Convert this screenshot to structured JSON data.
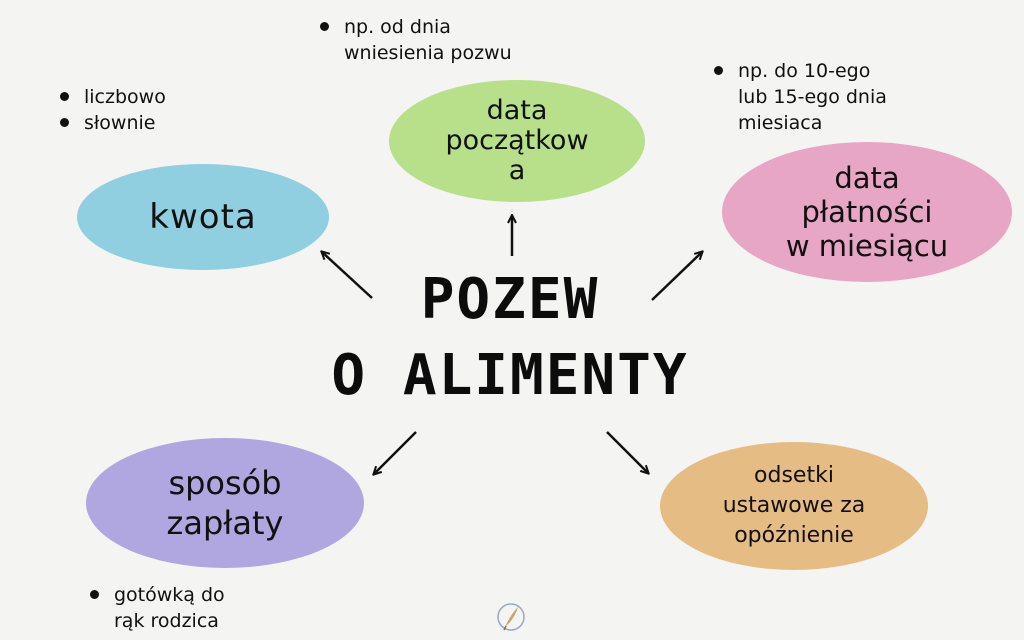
{
  "title": "POZEW\nO ALIMENTY",
  "nodes": {
    "kwota": {
      "label": "kwota",
      "color": "#8fcfe0"
    },
    "data_poczatkowa": {
      "label": "data\npoczątkow\na",
      "color": "#b8e08a"
    },
    "data_platnosci": {
      "label": "data\npłatności\nw miesiącu",
      "color": "#e6a6c4"
    },
    "sposob_zaplaty": {
      "label": "sposób\nzapłaty",
      "color": "#b0a6e0"
    },
    "odsetki": {
      "label": "odsetki\nustawowe za\nopóźnienie",
      "color": "#e6bc85"
    }
  },
  "notes": {
    "kwota": [
      "liczbowo",
      "słownie"
    ],
    "data_poczatkowa": [
      "np. od dnia\nwniesienia pozwu"
    ],
    "data_platnosci": [
      "np. do 10-ego\nlub 15-ego dnia\nmiesiaca"
    ],
    "sposob_zaplaty": [
      "gotówką do\nrąk rodzica"
    ]
  },
  "colors": {
    "background": "#f4f4f3",
    "ink": "#111111"
  },
  "icons": {
    "logo": "quill-feather-icon"
  }
}
